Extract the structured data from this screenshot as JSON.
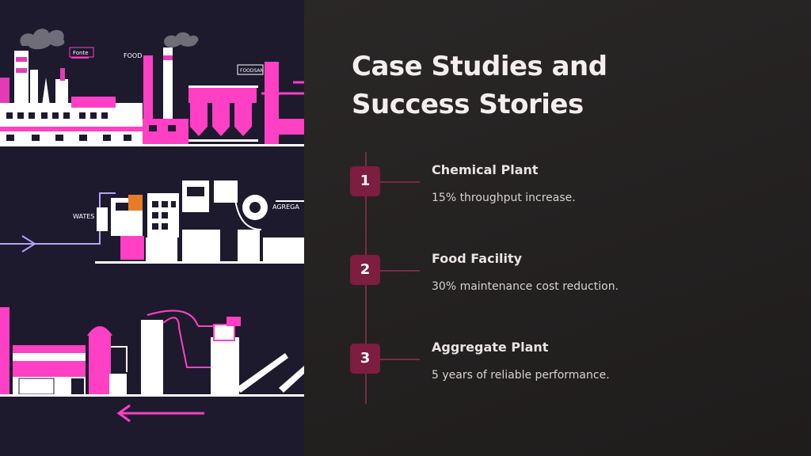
{
  "slide": {
    "title": "Case Studies and Success Stories",
    "steps": [
      {
        "number": "1",
        "title": "Chemical Plant",
        "description": "15% throughput increase."
      },
      {
        "number": "2",
        "title": "Food Facility",
        "description": "30% maintenance cost reduction."
      },
      {
        "number": "3",
        "title": "Aggregate Plant",
        "description": "5 years of reliable performance."
      }
    ]
  },
  "illustration": {
    "labels": {
      "sign_1": "Fonte",
      "sign_2": "FOOD",
      "sign_3": "FOODSAN",
      "sign_4": "WATES",
      "sign_5": "AGREGA"
    }
  },
  "colors": {
    "accent": "#ff3fc4",
    "badge": "#7d1d40",
    "timeline": "#7a2a48",
    "illustration_bg": "#1d1a2e",
    "content_bg": "#262323"
  }
}
